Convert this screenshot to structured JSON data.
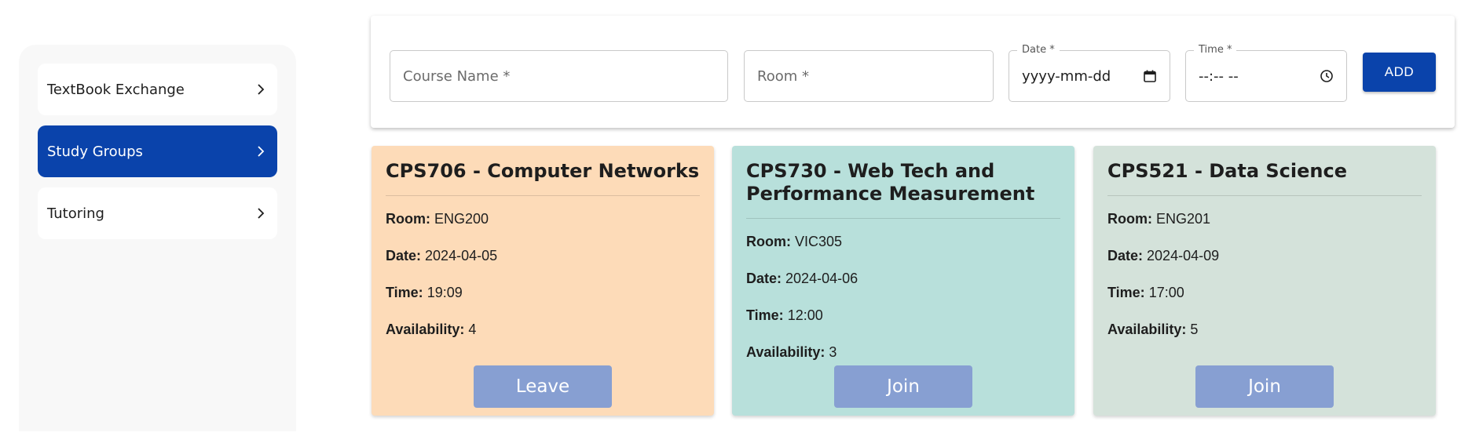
{
  "sidebar": {
    "items": [
      {
        "label": "TextBook Exchange",
        "active": false
      },
      {
        "label": "Study Groups",
        "active": true
      },
      {
        "label": "Tutoring",
        "active": false
      }
    ]
  },
  "form": {
    "course_name": {
      "placeholder": "Course Name *"
    },
    "room": {
      "placeholder": "Room *"
    },
    "date": {
      "label": "Date *",
      "value": "yyyy-mm-dd"
    },
    "time": {
      "label": "Time *",
      "value": "--:-- --"
    },
    "add_label": "ADD"
  },
  "labels": {
    "room": "Room:",
    "date": "Date:",
    "time": "Time:",
    "availability": "Availability:"
  },
  "cards": [
    {
      "title": "CPS706 - Computer Networks",
      "room": "ENG200",
      "date": "2024-04-05",
      "time": "19:09",
      "availability": "4",
      "button": "Leave",
      "color": "#fddbb8"
    },
    {
      "title": "CPS730 - Web Tech and Performance Measurement",
      "room": "VIC305",
      "date": "2024-04-06",
      "time": "12:00",
      "availability": "3",
      "button": "Join",
      "color": "#b8e0db"
    },
    {
      "title": "CPS521 - Data Science",
      "room": "ENG201",
      "date": "2024-04-09",
      "time": "17:00",
      "availability": "5",
      "button": "Join",
      "color": "#d4e2da"
    }
  ],
  "colors": {
    "accent": "#0a43ab",
    "card_button": "#879fd2"
  }
}
